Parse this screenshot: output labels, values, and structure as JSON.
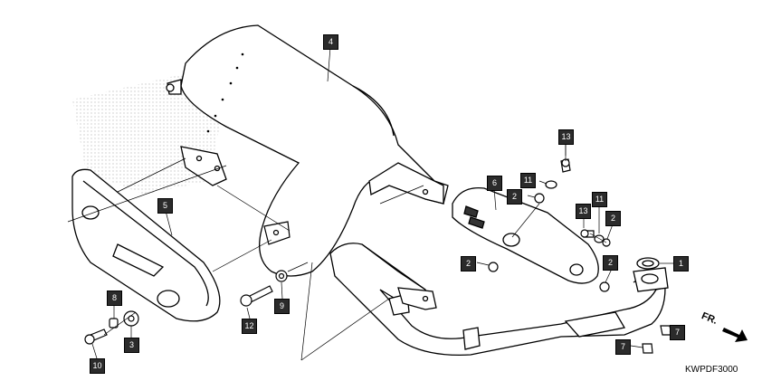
{
  "diagram": {
    "code": "KWPDF3000",
    "direction_label": "FR.",
    "callouts": [
      "1",
      "2",
      "2",
      "2",
      "2",
      "3",
      "4",
      "5",
      "6",
      "7",
      "7",
      "8",
      "9",
      "10",
      "11",
      "11",
      "12",
      "13",
      "13"
    ]
  }
}
